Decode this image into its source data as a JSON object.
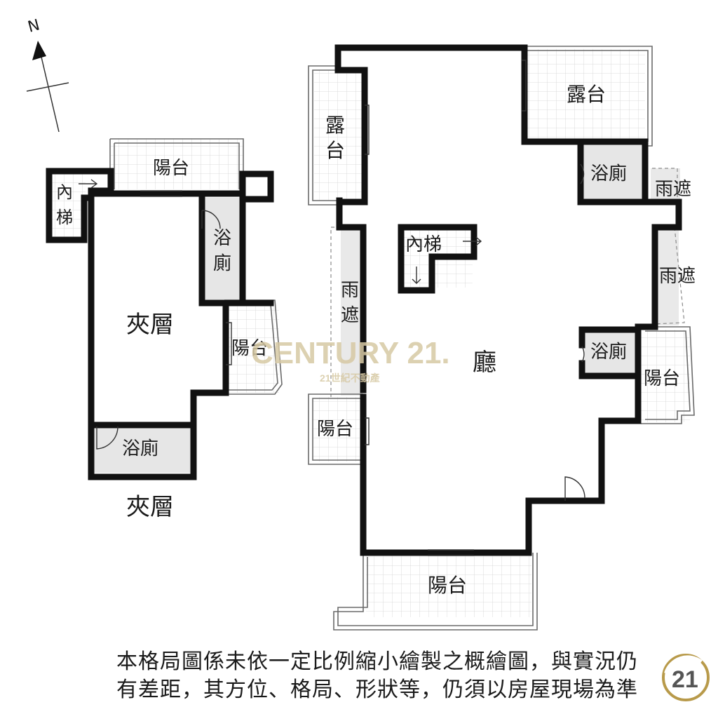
{
  "compass": {
    "label": "N"
  },
  "mezzanine_plan": {
    "balcony_top": "陽台",
    "stair": [
      "內",
      "梯"
    ],
    "bath_right": [
      "浴",
      "廁"
    ],
    "main_room": "夾層",
    "balcony_right": "陽台",
    "bath_bottom": "浴廁",
    "caption": "夾層"
  },
  "main_plan": {
    "terrace_top_right": "露台",
    "terrace_left": [
      "露",
      "台"
    ],
    "bath_top_right": "浴廁",
    "canopy_top_right": "雨遮",
    "stair": "內梯",
    "canopy_right": "雨遮",
    "canopy_left": [
      "雨",
      "遮"
    ],
    "hall": "廳",
    "bath_right": "浴廁",
    "balcony_right": "陽台",
    "balcony_left": "陽台",
    "balcony_bottom": "陽台"
  },
  "watermark": {
    "brand": "CENTURY 21.",
    "sub": "21世紀不動產",
    "logo": "21"
  },
  "disclaimer": {
    "line1": "本格局圖係未依一定比例縮小繪製之概繪圖，與實況仍",
    "line2": "有差距，其方位、格局、形狀等，仍須以房屋現場為準"
  }
}
